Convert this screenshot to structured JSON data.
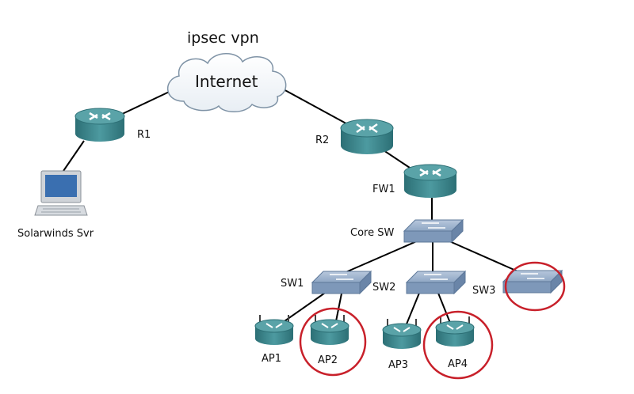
{
  "title": "ipsec vpn",
  "cloud_label": "Internet",
  "devices": {
    "r1": "R1",
    "r2": "R2",
    "fw1": "FW1",
    "core_sw": "Core SW",
    "sw1": "SW1",
    "sw2": "SW2",
    "sw3": "SW3",
    "ap1": "AP1",
    "ap2": "AP2",
    "ap3": "AP3",
    "ap4": "AP4",
    "solarwinds": "Solarwinds Svr"
  },
  "highlighted_devices": [
    "AP2",
    "AP4",
    "SW3"
  ],
  "colors": {
    "router_teal": "#3f8f96",
    "switch_blue": "#8ea6c4",
    "highlight_red": "#c8202a",
    "link": "#000000"
  }
}
